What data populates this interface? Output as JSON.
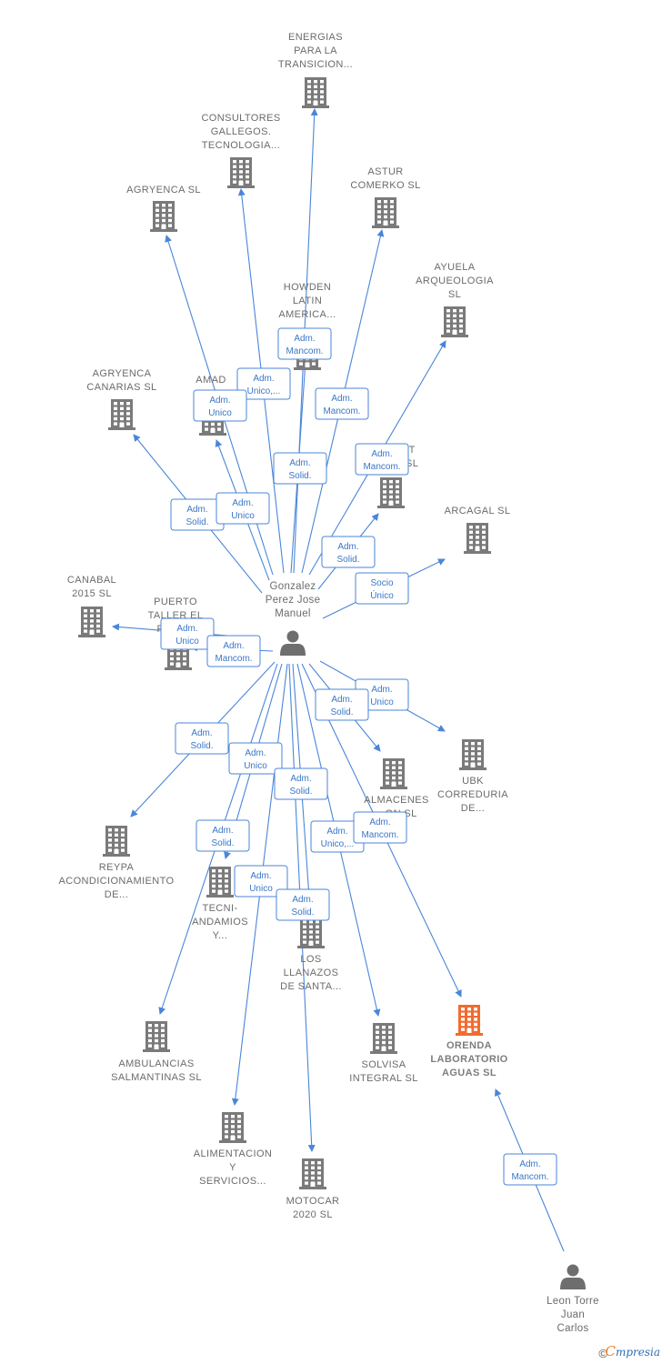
{
  "diagram": {
    "type": "company-network",
    "colors": {
      "edge": "#4a86d8",
      "company_icon": "#7a7a7a",
      "focus_company_icon": "#f26b2f",
      "person_icon": "#6e6e6e"
    },
    "people": [
      {
        "id": "gonzalez",
        "label": [
          "Gonzalez",
          "Perez Jose",
          "Manuel"
        ]
      },
      {
        "id": "leon",
        "label": [
          "Leon Torre",
          "Juan",
          "Carlos"
        ]
      }
    ],
    "companies": [
      {
        "id": "energias",
        "label": [
          "ENERGIAS",
          "PARA LA",
          "TRANSICION..."
        ]
      },
      {
        "id": "consultores",
        "label": [
          "CONSULTORES",
          "GALLEGOS.",
          "TECNOLOGIA..."
        ]
      },
      {
        "id": "agryenca",
        "label": [
          "AGRYENCA SL"
        ]
      },
      {
        "id": "astur",
        "label": [
          "ASTUR",
          "COMERKO  SL"
        ]
      },
      {
        "id": "howden",
        "label": [
          "HOWDEN",
          "LATIN",
          "AMERICA..."
        ]
      },
      {
        "id": "ayuela",
        "label": [
          "AYUELA",
          "ARQUEOLOGIA",
          "SL"
        ]
      },
      {
        "id": "agryenca_canarias",
        "label": [
          "AGRYENCA",
          "CANARIAS  SL"
        ]
      },
      {
        "id": "amad",
        "label": [
          "AMAD",
          "AUT..."
        ]
      },
      {
        "id": "hidden_right",
        "label": [
          "...T",
          "...SL"
        ]
      },
      {
        "id": "arcagal",
        "label": [
          "ARCAGAL SL"
        ]
      },
      {
        "id": "canabal",
        "label": [
          "CANABAL",
          "2015  SL"
        ]
      },
      {
        "id": "puerto",
        "label": [
          "PUERTO",
          "TALLER EL",
          "PALM..."
        ]
      },
      {
        "id": "ubk",
        "label": [
          "UBK",
          "CORREDURIA",
          "DE..."
        ]
      },
      {
        "id": "almacenes",
        "label": [
          "ALMACENES",
          "...ON SL"
        ]
      },
      {
        "id": "reypa",
        "label": [
          "REYPA",
          "ACONDICIONAMIENTO",
          "DE..."
        ]
      },
      {
        "id": "tecni",
        "label": [
          "TECNI-",
          "ANDAMIOS",
          "Y..."
        ]
      },
      {
        "id": "llanazos",
        "label": [
          "LOS",
          "LLANAZOS",
          "DE SANTA..."
        ]
      },
      {
        "id": "ambulancias",
        "label": [
          "AMBULANCIAS",
          "SALMANTINAS SL"
        ]
      },
      {
        "id": "solvisa",
        "label": [
          "SOLVISA",
          "INTEGRAL  SL"
        ]
      },
      {
        "id": "orenda",
        "label": [
          "ORENDA",
          "LABORATORIO",
          "AGUAS  SL"
        ],
        "focus": true
      },
      {
        "id": "alimentacion",
        "label": [
          "ALIMENTACION",
          "Y",
          "SERVICIOS..."
        ]
      },
      {
        "id": "motocar",
        "label": [
          "MOTOCAR",
          "2020  SL"
        ]
      }
    ],
    "relations": [
      {
        "from": "gonzalez",
        "to": "energias",
        "label": [
          "Adm.",
          "Mancom."
        ]
      },
      {
        "from": "gonzalez",
        "to": "consultores",
        "label": [
          "Adm.",
          "Unico,..."
        ]
      },
      {
        "from": "gonzalez",
        "to": "agryenca",
        "label": [
          "Adm.",
          "Unico"
        ]
      },
      {
        "from": "gonzalez",
        "to": "astur",
        "label": [
          "Adm.",
          "Mancom."
        ]
      },
      {
        "from": "gonzalez",
        "to": "howden",
        "label": [
          "Adm.",
          "Solid."
        ]
      },
      {
        "from": "gonzalez",
        "to": "ayuela",
        "label": [
          "Adm.",
          "Mancom."
        ]
      },
      {
        "from": "gonzalez",
        "to": "agryenca_canarias",
        "label": [
          "Adm.",
          "Solid."
        ]
      },
      {
        "from": "gonzalez",
        "to": "amad",
        "label": [
          "Adm.",
          "Unico"
        ]
      },
      {
        "from": "gonzalez",
        "to": "hidden_right",
        "label": [
          "Adm.",
          "Solid."
        ]
      },
      {
        "from": "gonzalez",
        "to": "arcagal",
        "label": [
          "Socio",
          "Único"
        ]
      },
      {
        "from": "gonzalez",
        "to": "canabal",
        "label": [
          "Adm.",
          "Unico"
        ]
      },
      {
        "from": "gonzalez",
        "to": "puerto",
        "label": [
          "Adm.",
          "Mancom."
        ]
      },
      {
        "from": "gonzalez",
        "to": "ubk",
        "label": [
          "Adm.",
          "Unico"
        ]
      },
      {
        "from": "gonzalez",
        "to": "almacenes",
        "label": [
          "Adm.",
          "Solid."
        ]
      },
      {
        "from": "gonzalez",
        "to": "reypa",
        "label": [
          "Adm.",
          "Solid."
        ]
      },
      {
        "from": "gonzalez",
        "to": "tecni",
        "label": [
          "Adm.",
          "Solid."
        ]
      },
      {
        "from": "gonzalez",
        "to": "ambulancias",
        "label": [
          "Adm.",
          "Unico"
        ]
      },
      {
        "from": "gonzalez",
        "to": "llanazos",
        "label": [
          "Adm.",
          "Solid."
        ]
      },
      {
        "from": "gonzalez",
        "to": "alimentacion",
        "label": [
          "Adm.",
          "Unico"
        ]
      },
      {
        "from": "gonzalez",
        "to": "motocar",
        "label": [
          "Adm.",
          "Solid."
        ]
      },
      {
        "from": "gonzalez",
        "to": "solvisa",
        "label": [
          "Adm.",
          "Unico,..."
        ]
      },
      {
        "from": "gonzalez",
        "to": "orenda",
        "label": [
          "Adm.",
          "Mancom."
        ]
      },
      {
        "from": "leon",
        "to": "orenda",
        "label": [
          "Adm.",
          "Mancom."
        ]
      }
    ]
  },
  "footer": {
    "copyright_symbol": "©",
    "brand_initial": "C",
    "brand_rest": "mpresia"
  }
}
